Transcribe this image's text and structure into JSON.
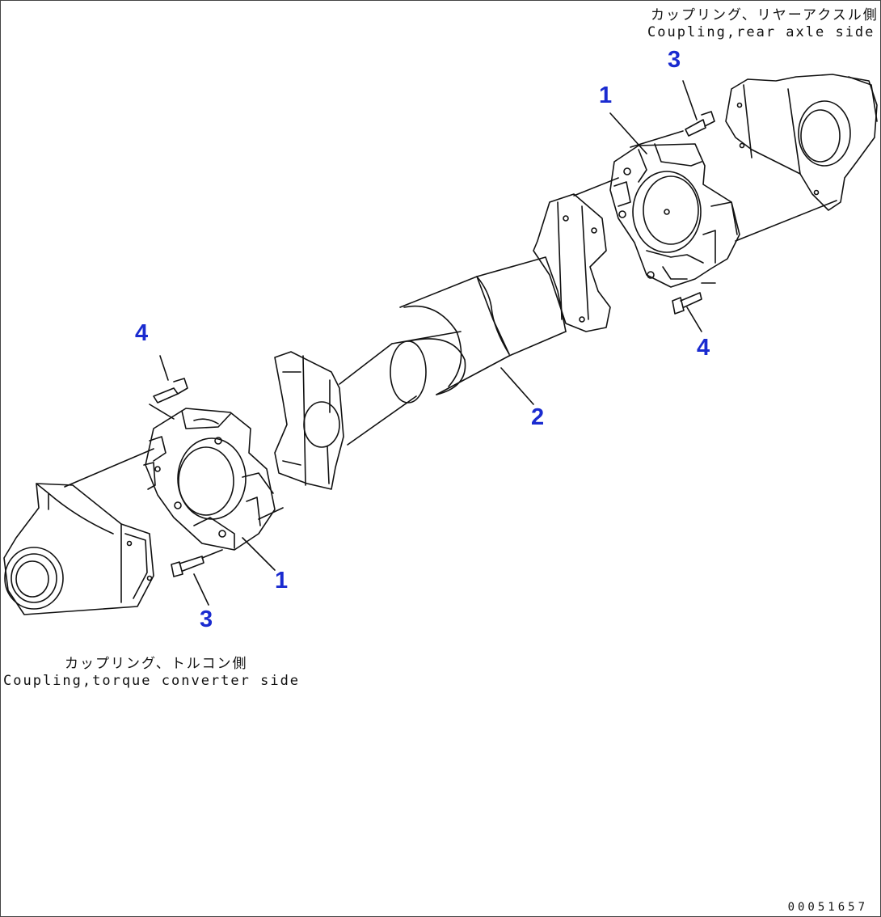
{
  "labels": {
    "rear_jp": "カップリング、リヤーアクスル側",
    "rear_en": "Coupling,rear axle side",
    "front_jp": "カップリング、トルコン側",
    "front_en": "Coupling,torque converter side"
  },
  "callouts": {
    "coupling_rear": "1",
    "bolt3_rear": "3",
    "bolt4_rear": "4",
    "shaft": "2",
    "bolt4_front": "4",
    "coupling_front": "1",
    "bolt3_front": "3"
  },
  "doc_id": "00051657",
  "colors": {
    "callout": "#1a2bd0",
    "line": "#111111"
  }
}
